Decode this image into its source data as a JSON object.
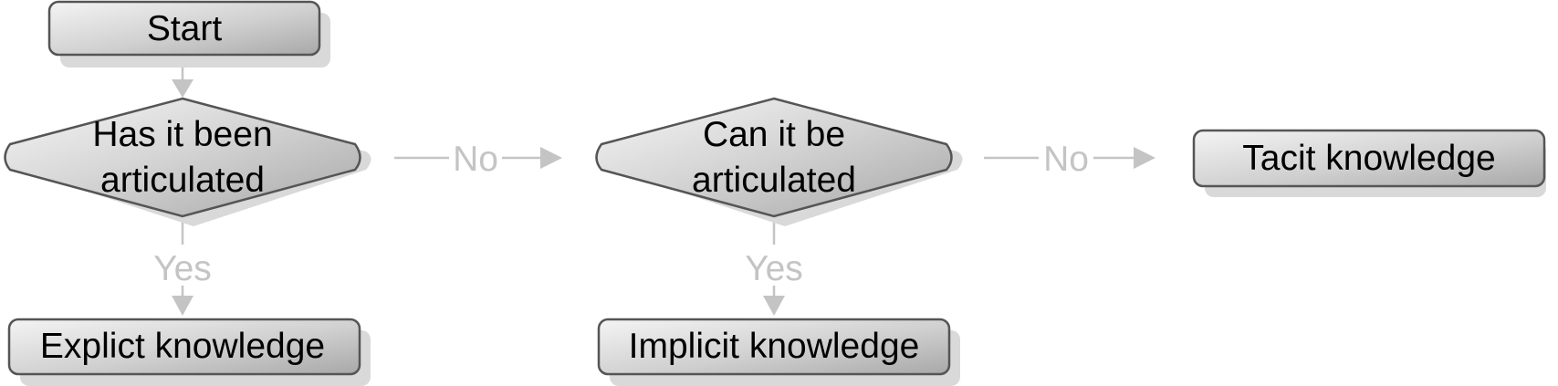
{
  "nodes": {
    "start": "Start",
    "decision_articulated": [
      "Has it been",
      "articulated"
    ],
    "decision_can_articulate": [
      "Can it be",
      "articulated"
    ],
    "tacit": "Tacit knowledge",
    "explicit": "Explict knowledge",
    "implicit": "Implicit knowledge"
  },
  "edges": {
    "no_1": "No",
    "no_2": "No",
    "yes_1": "Yes",
    "yes_2": "Yes"
  },
  "colors": {
    "shape_border": "#555555",
    "edge": "#c4c4c4",
    "shadow": "#d9d9d9",
    "fill_light": "#f4f4f4",
    "fill_dark": "#a8a8a8"
  }
}
